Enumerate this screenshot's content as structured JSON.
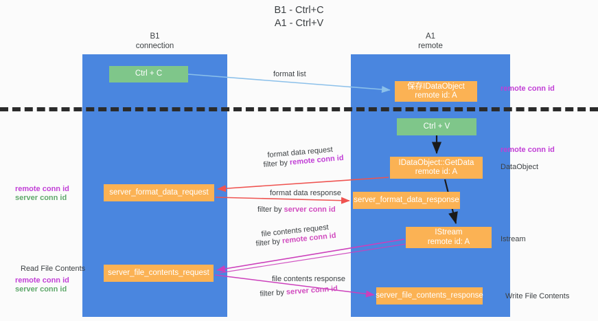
{
  "title": "B1 - Ctrl+C\nA1 - Ctrl+V",
  "title_line1": "B1 - Ctrl+C",
  "title_line2": "A1 - Ctrl+V",
  "colors": {
    "lane": "#4a86df",
    "green_node": "#7fc68a",
    "orange_node": "#fbb254",
    "purple_text": "#c13fd6",
    "green_text": "#5fa86b",
    "magenta_text": "#d14bbf",
    "divider": "#2b2b2b",
    "arrow_blue": "#8bc0ea",
    "arrow_red": "#ef5350",
    "arrow_black": "#1a1a1a",
    "arrow_magenta": "#cc3fbb",
    "background": "#fbfbfb"
  },
  "lanes": [
    {
      "id": "b1",
      "title": "B1",
      "subtitle": "connection"
    },
    {
      "id": "a1",
      "title": "A1",
      "subtitle": "remote"
    }
  ],
  "nodes": {
    "ctrl_c": {
      "line1": "Ctrl + C",
      "kind": "green"
    },
    "save_idataobject": {
      "line1": "保存IDataObject",
      "line2": "remote id: A",
      "kind": "orange"
    },
    "ctrl_v": {
      "line1": "Ctrl + V",
      "kind": "green"
    },
    "getdata": {
      "line1": "IDataObject::GetData",
      "line2": "remote id: A",
      "kind": "orange"
    },
    "server_format_data_request": {
      "line1": "server_format_data_request",
      "kind": "orange"
    },
    "server_format_data_response": {
      "line1": "server_format_data_response",
      "kind": "orange"
    },
    "istream": {
      "line1": "IStream",
      "line2": "remote id: A",
      "kind": "orange"
    },
    "server_file_contents_request": {
      "line1": "server_file_contents_request",
      "kind": "orange"
    },
    "server_file_contents_response": {
      "line1": "server_file_contents_response",
      "kind": "orange"
    }
  },
  "edge_labels": {
    "format_list": "format list",
    "format_data_request": "format data request",
    "format_data_request_filter_prefix": "filter by ",
    "format_data_request_filter_key": "remote conn id",
    "format_data_response": "format data response",
    "format_data_response_filter_prefix": "filter by ",
    "format_data_response_filter_key": "server conn id",
    "file_contents_request": "file contents request",
    "file_contents_request_filter_prefix": "filter by ",
    "file_contents_request_filter_key": "remote conn id",
    "file_contents_response": "file contents response",
    "file_contents_response_filter_prefix": "filter by ",
    "file_contents_response_filter_key": "server conn id"
  },
  "annotations": {
    "right_remote_conn_id_top": "remote conn id",
    "right_remote_conn_id_mid": "remote conn id",
    "dataobject": "DataObject",
    "istream": "Istream",
    "write_file_contents": "Write File Contents",
    "left_remote_conn_id_mid": "remote conn id",
    "left_server_conn_id_mid": "server conn id",
    "read_file_contents": "Read File Contents",
    "left_remote_conn_id_bottom": "remote conn id",
    "left_server_conn_id_bottom": "server conn id"
  }
}
